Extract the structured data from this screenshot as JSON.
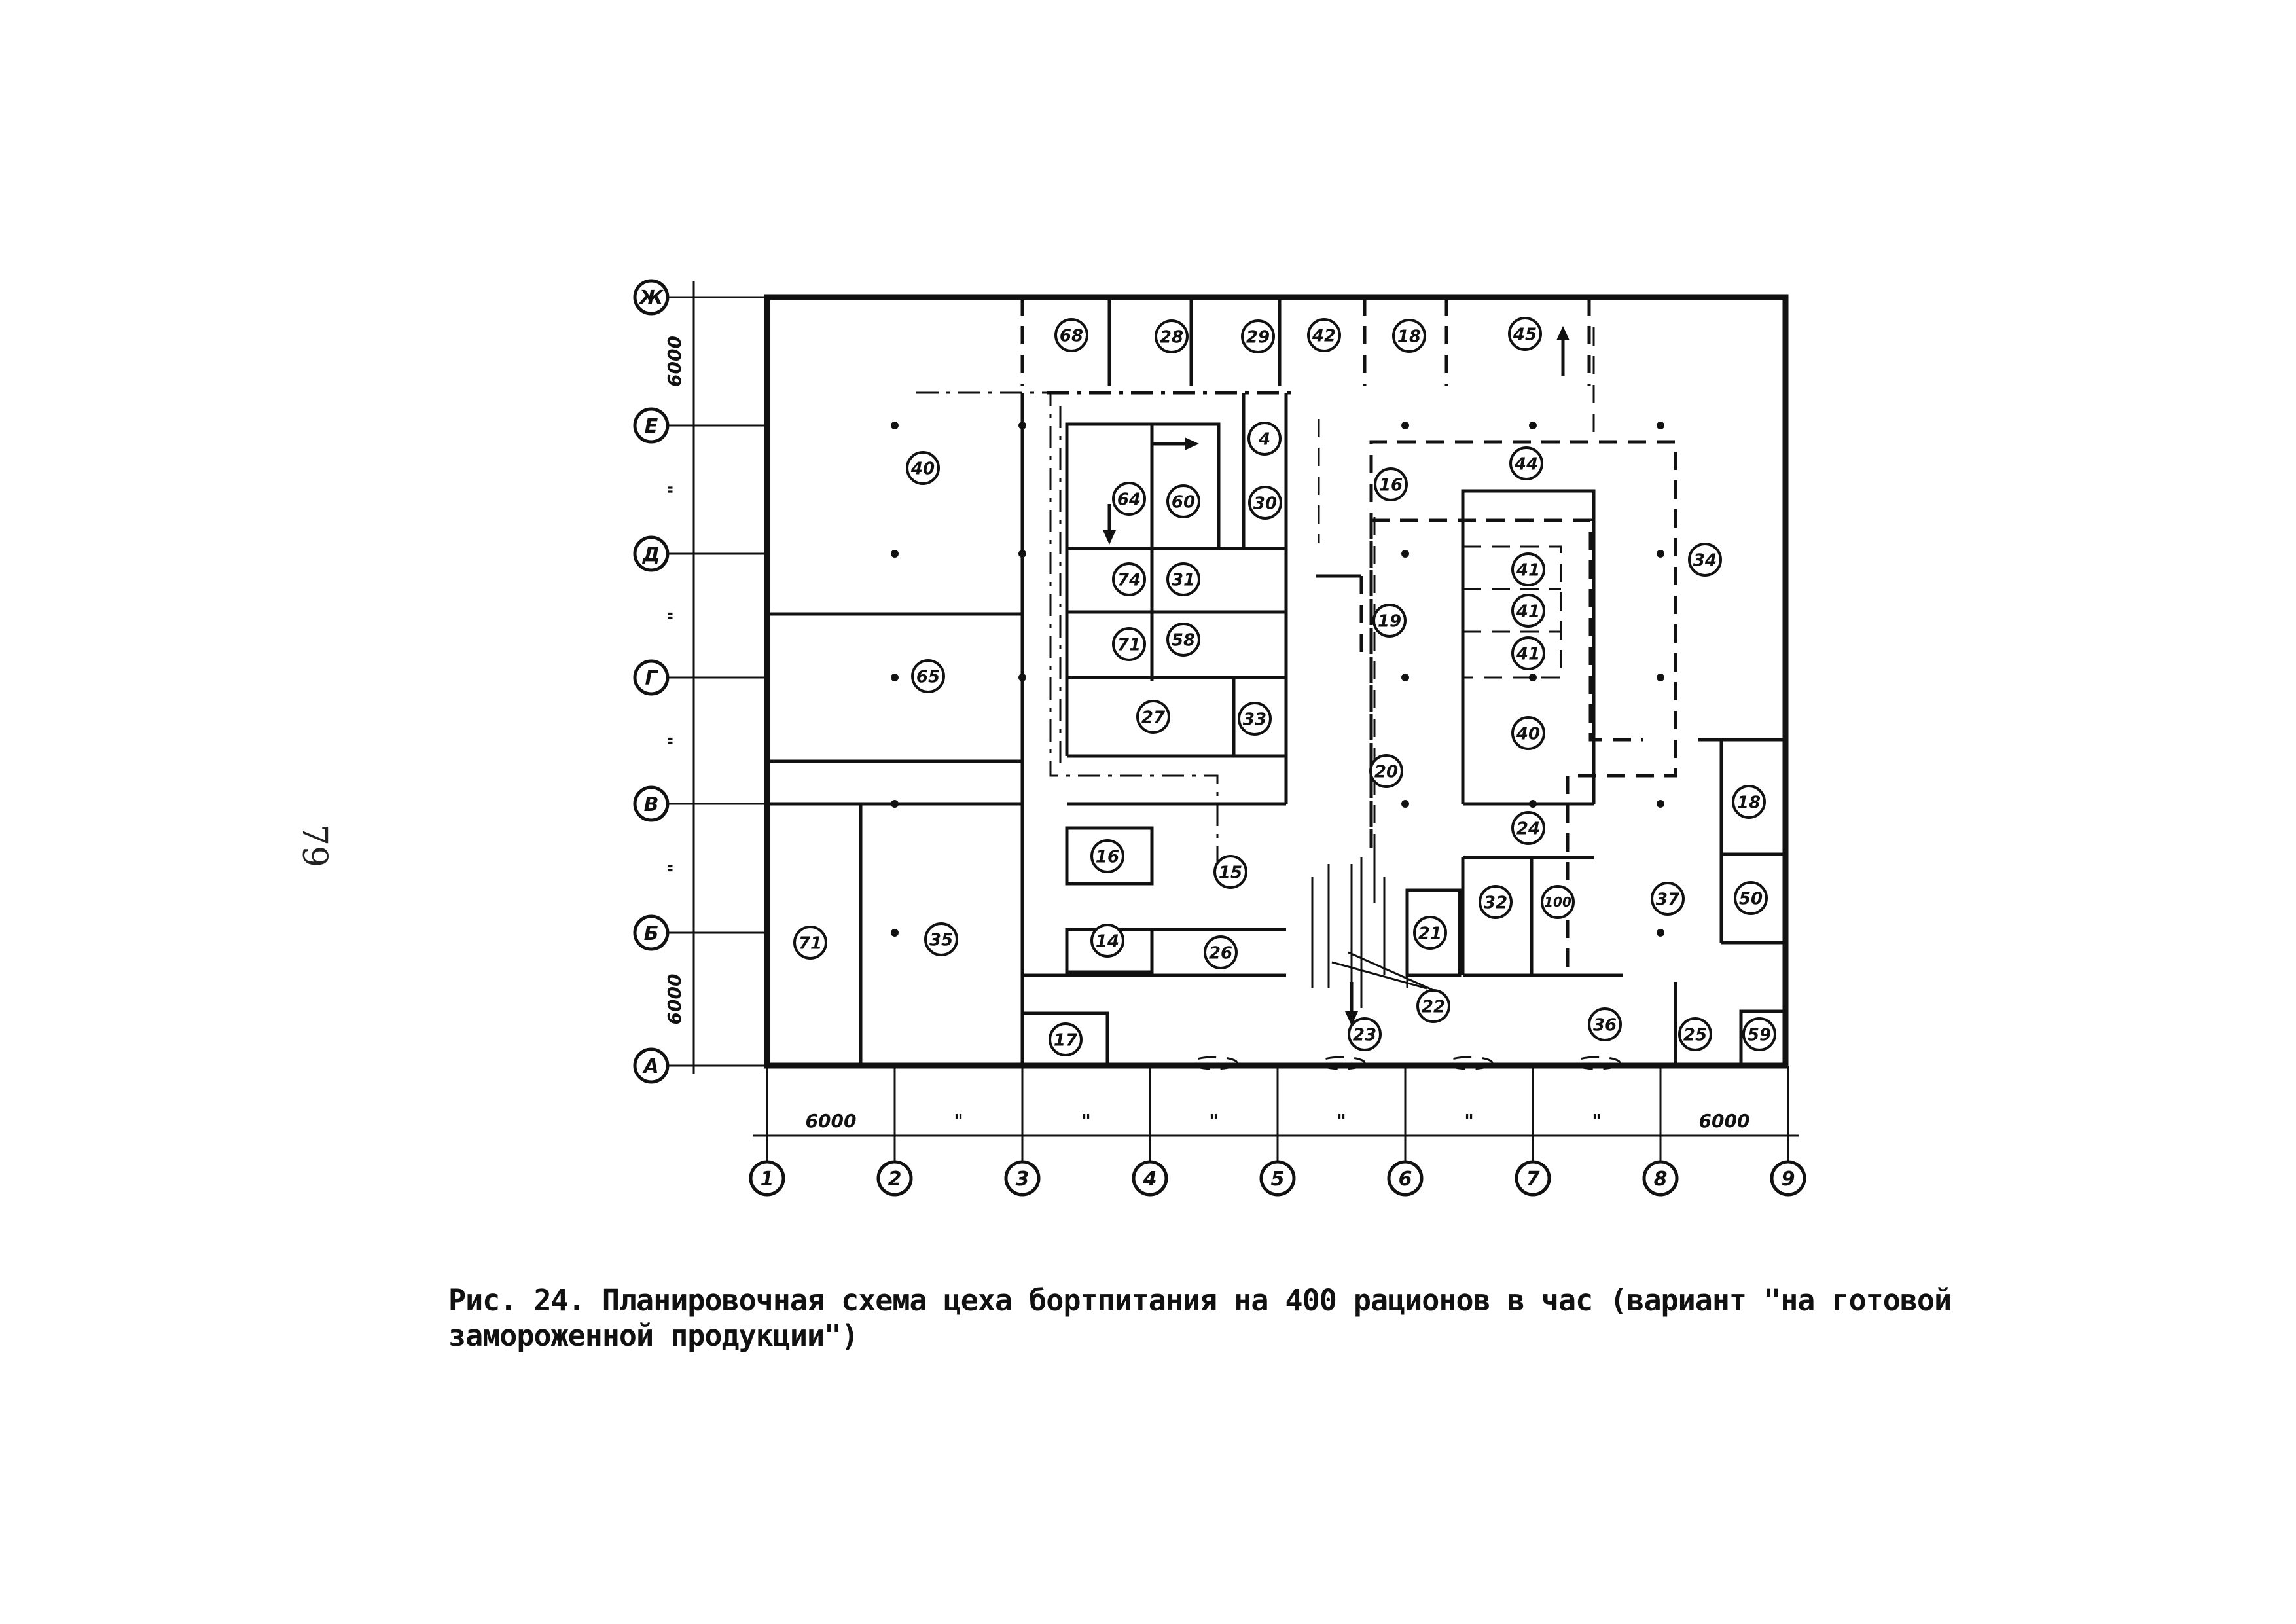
{
  "page_number": "79",
  "caption": "Рис. 24. Планировочная схема цеха бортпитания на 400 рационов в час (вариант \"на готовой замороженной продукции\")",
  "axes": {
    "columns": [
      "1",
      "2",
      "3",
      "4",
      "5",
      "6",
      "7",
      "8",
      "9"
    ],
    "rows": [
      "Ж",
      "Е",
      "Д",
      "Г",
      "В",
      "Б",
      "А"
    ]
  },
  "dimensions": {
    "column_spacings": [
      "6000",
      "\"",
      "\"",
      "\"",
      "\"",
      "\"",
      "\"",
      "6000"
    ],
    "row_spacings": [
      "6000",
      "\"",
      "\"",
      "\"",
      "\"",
      "6000"
    ]
  },
  "rooms": [
    {
      "id": "r68",
      "num": "68"
    },
    {
      "id": "r28",
      "num": "28"
    },
    {
      "id": "r29",
      "num": "29"
    },
    {
      "id": "r42",
      "num": "42"
    },
    {
      "id": "r18a",
      "num": "18"
    },
    {
      "id": "r45",
      "num": "45"
    },
    {
      "id": "r4",
      "num": "4"
    },
    {
      "id": "r40a",
      "num": "40"
    },
    {
      "id": "r64",
      "num": "64"
    },
    {
      "id": "r60",
      "num": "60"
    },
    {
      "id": "r30",
      "num": "30"
    },
    {
      "id": "r16a",
      "num": "16"
    },
    {
      "id": "r44",
      "num": "44"
    },
    {
      "id": "r34",
      "num": "34"
    },
    {
      "id": "r74",
      "num": "74"
    },
    {
      "id": "r31",
      "num": "31"
    },
    {
      "id": "r41a",
      "num": "41"
    },
    {
      "id": "r41b",
      "num": "41"
    },
    {
      "id": "r41c",
      "num": "41"
    },
    {
      "id": "r71a",
      "num": "71"
    },
    {
      "id": "r58",
      "num": "58"
    },
    {
      "id": "r19",
      "num": "19"
    },
    {
      "id": "r65",
      "num": "65"
    },
    {
      "id": "r27",
      "num": "27"
    },
    {
      "id": "r33",
      "num": "33"
    },
    {
      "id": "r40b",
      "num": "40"
    },
    {
      "id": "r20",
      "num": "20"
    },
    {
      "id": "r18b",
      "num": "18"
    },
    {
      "id": "r16b",
      "num": "16"
    },
    {
      "id": "r15",
      "num": "15"
    },
    {
      "id": "r24",
      "num": "24"
    },
    {
      "id": "r71b",
      "num": "71"
    },
    {
      "id": "r35",
      "num": "35"
    },
    {
      "id": "r14",
      "num": "14"
    },
    {
      "id": "r26",
      "num": "26"
    },
    {
      "id": "r21",
      "num": "21"
    },
    {
      "id": "r32",
      "num": "32"
    },
    {
      "id": "r100",
      "num": "100"
    },
    {
      "id": "r37",
      "num": "37"
    },
    {
      "id": "r50",
      "num": "50"
    },
    {
      "id": "r22",
      "num": "22"
    },
    {
      "id": "r23",
      "num": "23"
    },
    {
      "id": "r36",
      "num": "36"
    },
    {
      "id": "r25",
      "num": "25"
    },
    {
      "id": "r59",
      "num": "59"
    },
    {
      "id": "r17",
      "num": "17"
    }
  ]
}
